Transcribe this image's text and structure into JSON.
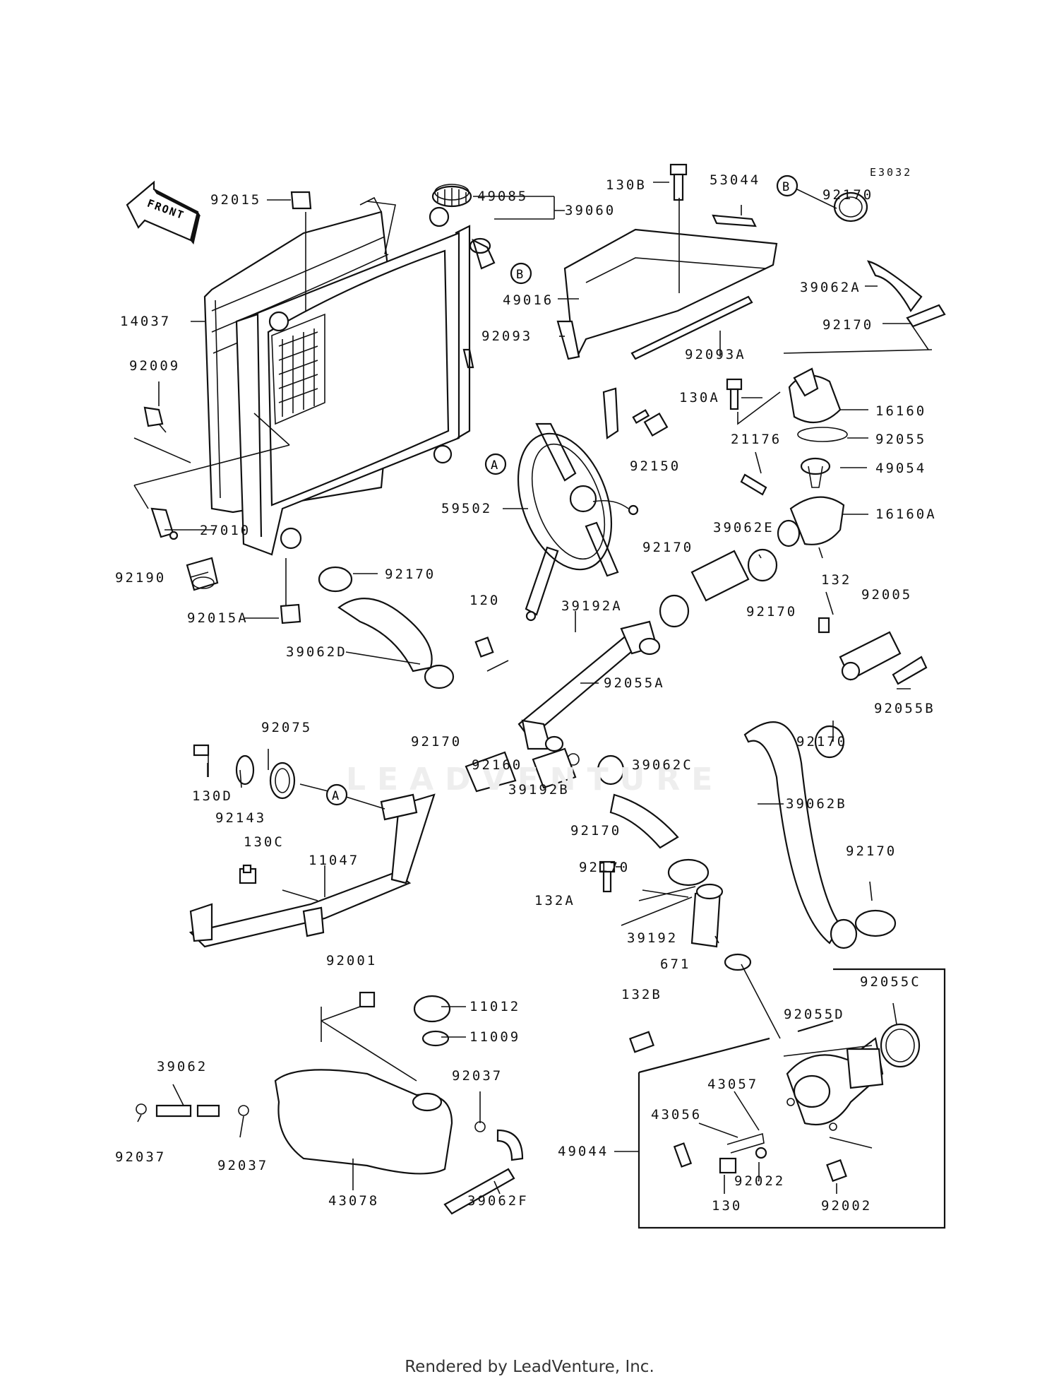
{
  "diagram_code": "E3032",
  "watermark": "LEADVENTURE",
  "front_label": "FRONT",
  "ref_markers": [
    "A",
    "B"
  ],
  "footer": "Rendered by LeadVenture, Inc.",
  "parts": {
    "p92015": "92015",
    "p49085": "49085",
    "p39060": "39060",
    "p130B": "130B",
    "p53044": "53044",
    "p92170a": "92170",
    "p14037": "14037",
    "p49016": "49016",
    "p39062A": "39062A",
    "p92009": "92009",
    "p92093": "92093",
    "p92093A": "92093A",
    "p92170b": "92170",
    "p130A": "130A",
    "p16160": "16160",
    "p92055": "92055",
    "p21176": "21176",
    "p92150": "92150",
    "p49054": "49054",
    "p59502": "59502",
    "p16160A": "16160A",
    "p27010": "27010",
    "p39062E": "39062E",
    "p92170c": "92170",
    "p92190": "92190",
    "p92170d": "92170",
    "p92170e": "92170",
    "p132": "132",
    "p92005": "92005",
    "p120": "120",
    "p39192A": "39192A",
    "p92015A": "92015A",
    "p39062D": "39062D",
    "p92055A": "92055A",
    "p92055B": "92055B",
    "p92075": "92075",
    "p92170f": "92170",
    "p92170g": "92170",
    "p92160": "92160",
    "p39062C": "39062C",
    "p130D": "130D",
    "p39192B": "39192B",
    "p92143": "92143",
    "p39062B": "39062B",
    "p130C": "130C",
    "p92170h": "92170",
    "p92170i": "92170",
    "p11047": "11047",
    "p92170j": "92170",
    "p132A": "132A",
    "p39192": "39192",
    "p92001": "92001",
    "p671": "671",
    "p92055C": "92055C",
    "p132B": "132B",
    "p11012": "11012",
    "p92055D": "92055D",
    "p11009": "11009",
    "p39062": "39062",
    "p92037a": "92037",
    "p43057": "43057",
    "p43056": "43056",
    "p49044": "49044",
    "p92037b": "92037",
    "p92037c": "92037",
    "p92022": "92022",
    "p130": "130",
    "p92002": "92002",
    "p43078": "43078",
    "p39062F": "39062F"
  }
}
